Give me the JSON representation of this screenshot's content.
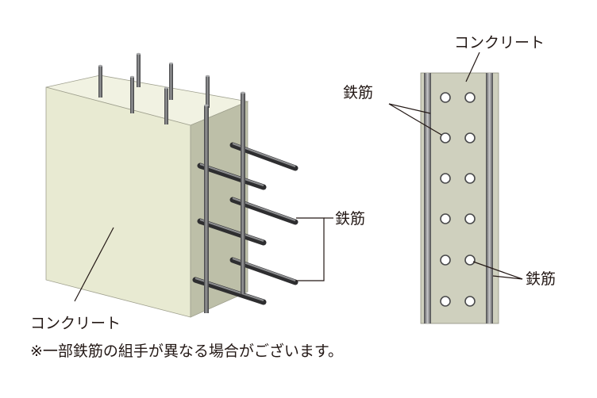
{
  "left": {
    "concrete_label": "コンクリート",
    "rebar_label": "鉄筋"
  },
  "right": {
    "concrete_label": "コンクリート",
    "rebar_label_top": "鉄筋",
    "rebar_label_bottom": "鉄筋"
  },
  "note": "※一部鉄筋の組手が異なる場合がございます。",
  "colors": {
    "concrete_front": "#e8ead2",
    "concrete_top": "#f1f2e2",
    "concrete_side": "#bdbfa8",
    "section_fill": "#cfd0be",
    "rebar_dark": "#4a4a4c",
    "rebar_light": "#9d9ea0",
    "text": "#231815"
  }
}
